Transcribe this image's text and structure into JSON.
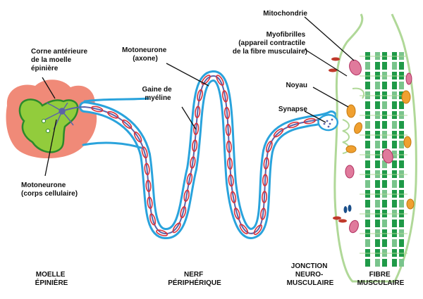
{
  "labels": {
    "corne": [
      "Corne antérieure",
      "de la moelle",
      "épinière"
    ],
    "motoneurone_corps": [
      "Motoneurone",
      "(corps cellulaire)"
    ],
    "motoneurone_axone": [
      "Motoneurone",
      "(axone)"
    ],
    "gaine": [
      "Gaine de",
      "myéline"
    ],
    "mitochondrie": [
      "Mitochondrie"
    ],
    "myofibrilles": [
      "Myofibrilles",
      "(appareil contractile",
      "de la fibre musculaire)"
    ],
    "noyau": [
      "Noyau"
    ],
    "synapse": [
      "Synapse"
    ]
  },
  "sections": {
    "moelle": [
      "MOELLE",
      "ÉPINIÈRE"
    ],
    "nerf": [
      "NERF",
      "PÉRIPHÉRIQUE"
    ],
    "jonction": [
      "JONCTION",
      "NEURO-",
      "MUSCULAIRE"
    ],
    "fibre": [
      "FIBRE",
      "MUSCULAIRE"
    ]
  },
  "colors": {
    "spinal_cord": "#f08a78",
    "grey_matter": "#92cc3c",
    "grey_matter_border": "#2b8a2b",
    "myelin_sheath": "#2aa3dc",
    "axon": "#5b63a8",
    "myelin_segment": "#d8323c",
    "fiber_outline": "#b0d898",
    "myofibril_dark": "#1f9a48",
    "myofibril_light": "#79c48c",
    "mitochondria": "#e07a9c",
    "nucleus": "#f0a030"
  }
}
